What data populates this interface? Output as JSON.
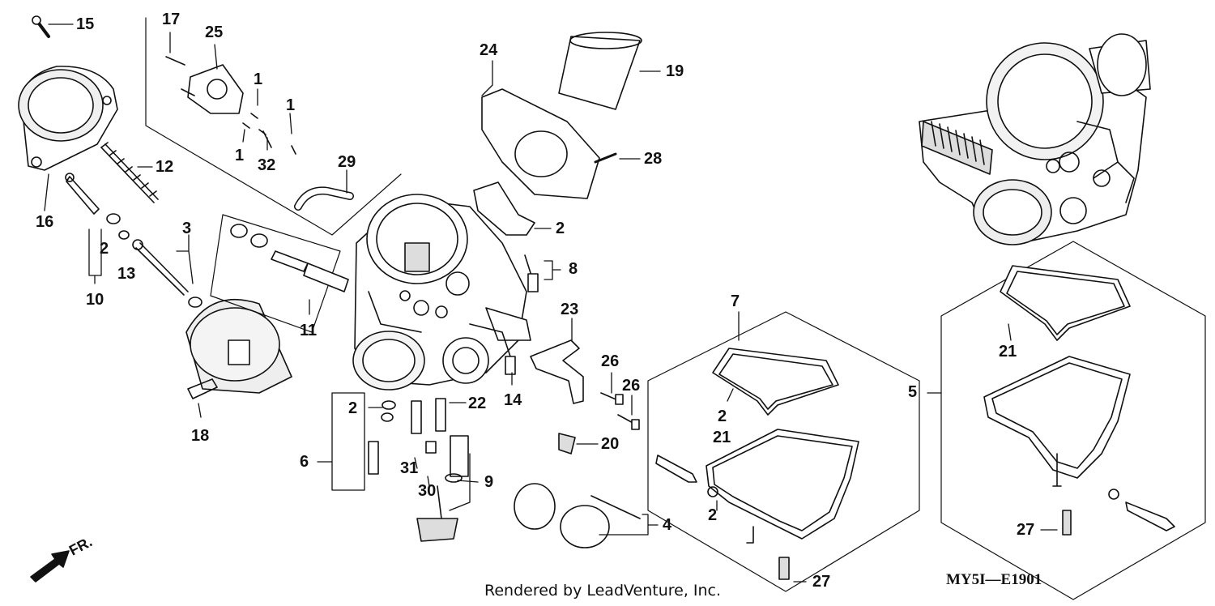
{
  "diagram": {
    "footer_text": "Rendered by LeadVenture, Inc.",
    "diagram_code": "MY5I—E1901",
    "direction_label": "FR.",
    "callouts": {
      "c15": "15",
      "c17": "17",
      "c25": "25",
      "c1a": "1",
      "c1b": "1",
      "c1c": "1",
      "c32": "32",
      "c24": "24",
      "c19": "19",
      "c28": "28",
      "c12": "12",
      "c16": "16",
      "c29": "29",
      "c2a": "2",
      "c3": "3",
      "c13": "13",
      "c10": "10",
      "c2b": "2",
      "c8": "8",
      "c11": "11",
      "c23": "23",
      "c7": "7",
      "c21a": "21",
      "c5": "5",
      "c26a": "26",
      "c26b": "26",
      "c14": "14",
      "c18": "18",
      "c2c": "2",
      "c22": "22",
      "c2d": "2",
      "c21b": "21",
      "c20": "20",
      "c6": "6",
      "c31": "31",
      "c30": "30",
      "c9": "9",
      "c2e": "2",
      "c4": "4",
      "c27a": "27",
      "c27b": "27"
    }
  }
}
